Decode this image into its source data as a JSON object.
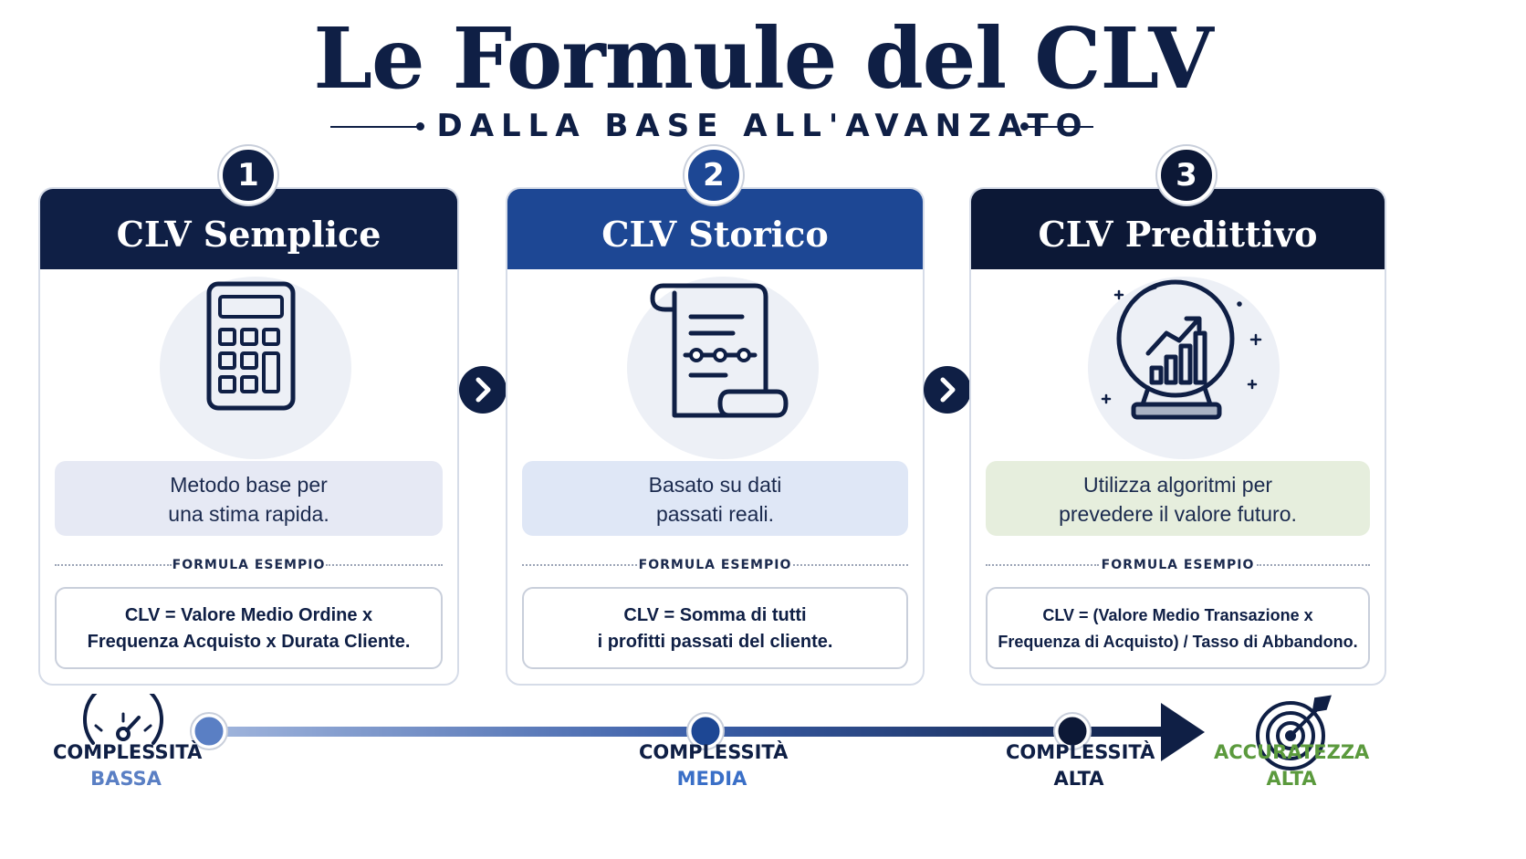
{
  "header": {
    "title": "Le Formule del CLV",
    "subtitle": "DALLA BASE ALL'AVANZATO"
  },
  "colors": {
    "navy": "#0f1f45",
    "blue": "#1d4794",
    "dark": "#0c1836",
    "desc_blue_1": "#e6e9f4",
    "desc_blue_2": "#dfe7f6",
    "desc_green": "#e6eedd",
    "accent_green": "#5b9a3d",
    "accent_blue": "#5a7fc4"
  },
  "cards": [
    {
      "number": "1",
      "title": "CLV Semplice",
      "icon": "calculator-icon",
      "desc_line1": "Metodo base per",
      "desc_line2": "una stima rapida.",
      "formula_label": "FORMULA ESEMPIO",
      "formula_line1": "CLV = Valore Medio Ordine x",
      "formula_line2": "Frequenza Acquisto x Durata Cliente."
    },
    {
      "number": "2",
      "title": "CLV Storico",
      "icon": "scroll-document-icon",
      "desc_line1": "Basato su dati",
      "desc_line2": "passati reali.",
      "formula_label": "FORMULA ESEMPIO",
      "formula_line1": "CLV = Somma di tutti",
      "formula_line2": "i profitti passati del cliente."
    },
    {
      "number": "3",
      "title": "CLV Predittivo",
      "icon": "crystal-ball-chart-icon",
      "desc_line1": "Utilizza algoritmi per",
      "desc_line2": "prevedere il valore futuro.",
      "formula_label": "FORMULA ESEMPIO",
      "formula_line1": "CLV = (Valore Medio Transazione x",
      "formula_line2": "Frequenza di Acquisto) / Tasso di Abbandono."
    }
  ],
  "timeline": {
    "low": {
      "line1": "COMPLESSITÀ",
      "line2": "BASSA",
      "icon": "speedometer-icon"
    },
    "mid": {
      "line1": "COMPLESSITÀ",
      "line2": "MEDIA"
    },
    "high": {
      "line1": "COMPLESSITÀ",
      "line2": "ALTA"
    },
    "accuracy": {
      "line1": "ACCURATEZZA",
      "line2": "ALTA",
      "icon": "target-icon"
    }
  }
}
